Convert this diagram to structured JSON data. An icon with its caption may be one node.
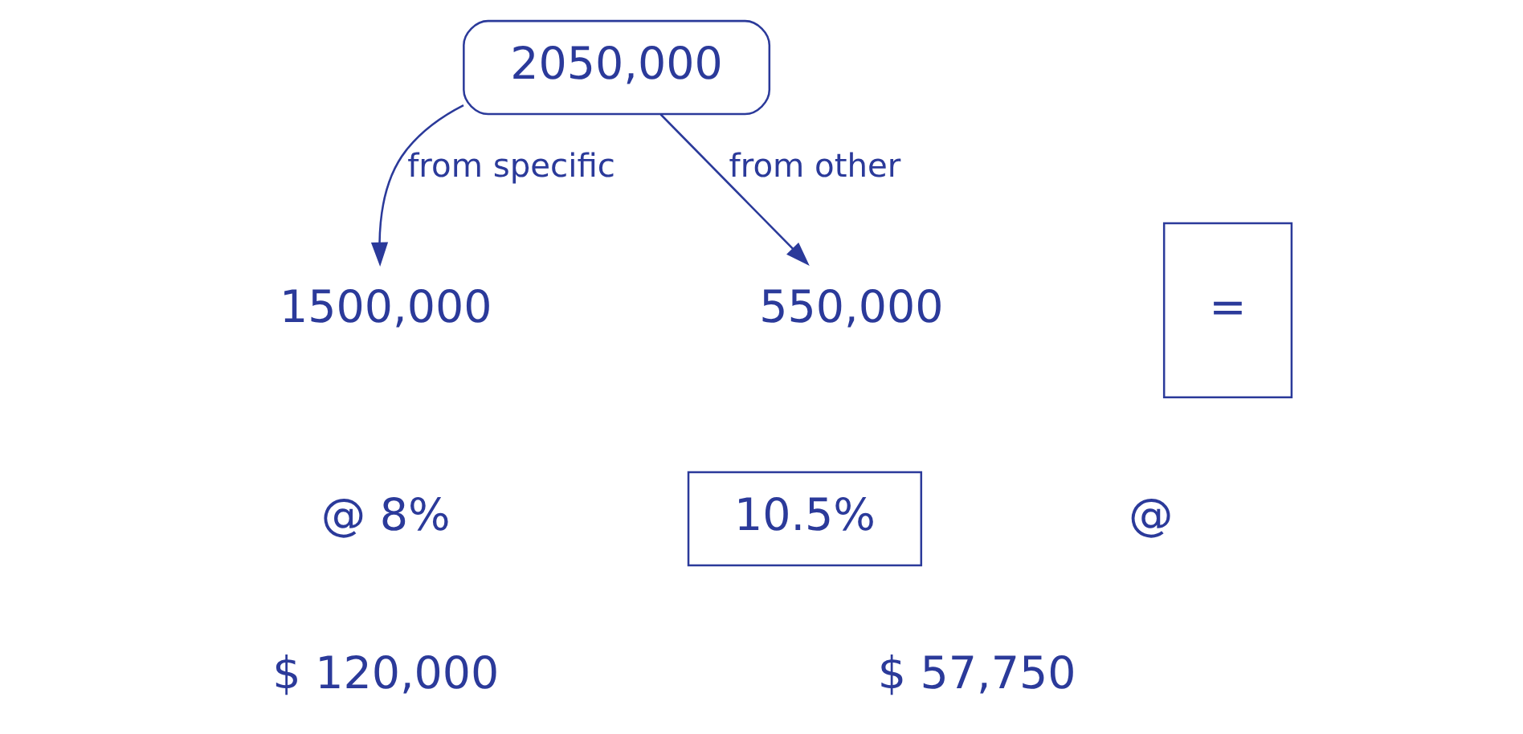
{
  "diagram": {
    "nodes": [
      {
        "text": [
          "2050,000"
        ]
      },
      {
        "text": [
          "1500,000"
        ]
      },
      {
        "text": [
          "550,000"
        ]
      },
      {
        "text": [
          "10.5%"
        ]
      },
      {
        "text": [
          "="
        ]
      }
    ],
    "edges": [
      {
        "from": 0,
        "to": 1,
        "arrow": "to",
        "label": "from specific"
      },
      {
        "from": 0,
        "to": 2,
        "arrow": "to",
        "label": "from other"
      }
    ],
    "labels": [
      "@ 8%",
      "$ 120,000",
      "@",
      "$ 57,750"
    ]
  }
}
